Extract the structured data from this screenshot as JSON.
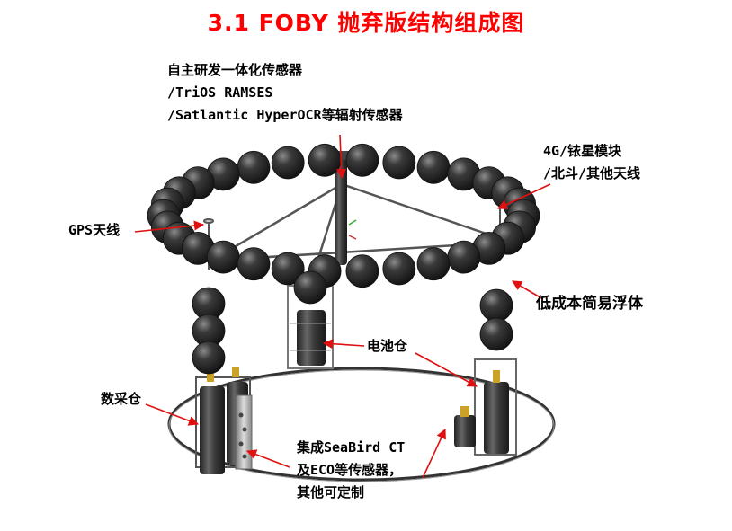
{
  "title": "3.1  FOBY 抛弃版结构组成图",
  "labels": {
    "sensor": [
      "自主研发一体化传感器",
      "/TriOS RAMSES",
      "/Satlantic HyperOCR等辐射传感器"
    ],
    "antenna": [
      "4G/铱星模块",
      "/北斗/其他天线"
    ],
    "gps": "GPS天线",
    "float": "低成本简易浮体",
    "battery": "电池仓",
    "daq": "数采仓",
    "ct": [
      "集成SeaBird CT",
      "及ECO等传感器，",
      "其他可定制"
    ]
  },
  "colors": {
    "title": "#ff0000",
    "arrow": "#e01010",
    "sphere": "#2b2b2b",
    "frame": "#555555"
  }
}
